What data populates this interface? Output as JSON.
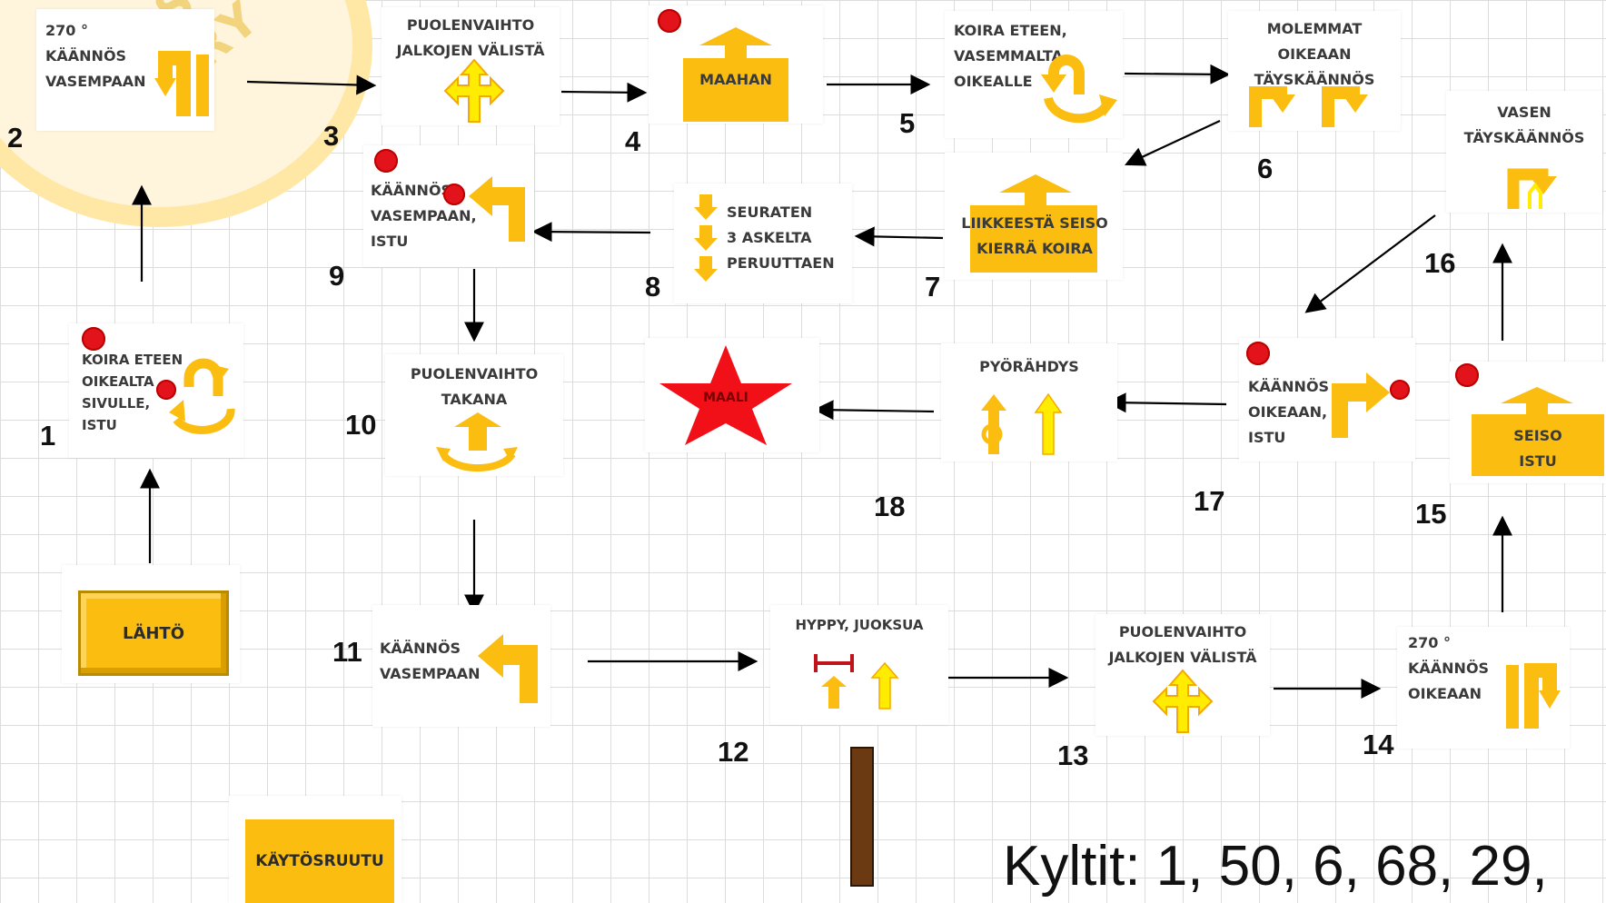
{
  "logo_text": "STYS RY",
  "stations": {
    "s1": {
      "num": "1",
      "label": "KOIRA ETEEN\nOIKEALTA\nSIVULLE,\nISTU"
    },
    "s2": {
      "num": "2",
      "label": "270 °\nKÄÄNNÖS\nVASEMPAAN"
    },
    "s3": {
      "num": "3",
      "label": "PUOLENVAIHTO\nJALKOJEN VÄLISTÄ"
    },
    "s4": {
      "num": "4",
      "label": "MAAHAN"
    },
    "s5": {
      "num": "5",
      "label": "KOIRA ETEEN,\nVASEMMALTA\nOIKEALLE"
    },
    "s6": {
      "num": "6",
      "label": "MOLEMMAT OIKEAAN\nTÄYSKÄÄNNÖS"
    },
    "s7": {
      "num": "7",
      "label": "LIIKKEESTÄ SEISO\nKIERRÄ KOIRA"
    },
    "s8": {
      "num": "8",
      "label": "SEURATEN\n3 ASKELTA\nPERUUTTAEN"
    },
    "s9": {
      "num": "9",
      "label": "KÄÄNNÖS\nVASEMPAAN,\nISTU"
    },
    "s10": {
      "num": "10",
      "label": "PUOLENVAIHTO\nTAKANA"
    },
    "s11": {
      "num": "11",
      "label": "KÄÄNNÖS\nVASEMPAAN"
    },
    "s12": {
      "num": "12",
      "label": "HYPPY, JUOKSUA"
    },
    "s13": {
      "num": "13",
      "label": "PUOLENVAIHTO\nJALKOJEN VÄLISTÄ"
    },
    "s14": {
      "num": "14",
      "label": "270 °\nKÄÄNNÖS\nOIKEAAN"
    },
    "s15": {
      "num": "15",
      "label": "SEISO\nISTU"
    },
    "s16": {
      "num": "16",
      "label": "VASEN\nTÄYSKÄÄNNÖS"
    },
    "s17": {
      "num": "17",
      "label": "KÄÄNNÖS\nOIKEAAN,\nISTU"
    },
    "s18": {
      "num": "18",
      "label": "PYÖRÄHDYS"
    }
  },
  "start_label": "LÄHTÖ",
  "finish_label": "MAALI",
  "practice_label": "KÄYTÖSRUUTU",
  "signs_text": "Kyltit: 1, 50, 6, 68,  29,",
  "colors": {
    "sign_yellow": "#fbbd10",
    "arrow_yellow": "#ffec00",
    "stop_red": "#e3131b",
    "hurdle_red": "#c0141c",
    "post_brown": "#6b3a12"
  }
}
